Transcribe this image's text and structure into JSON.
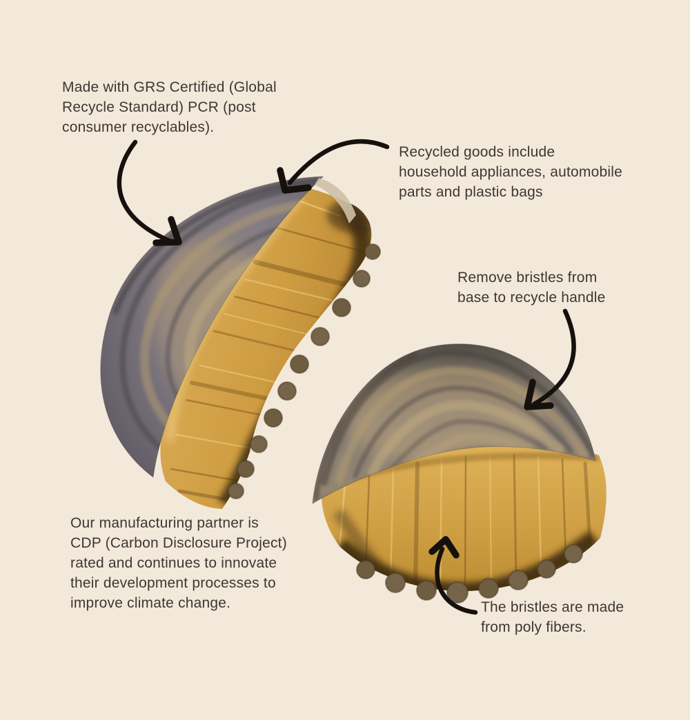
{
  "page": {
    "background_color": "#f3e9da",
    "text_color": "#3c3734"
  },
  "arrow": {
    "color": "#16110d"
  },
  "illustration_colors": {
    "handle_gray": "#82828e",
    "handle_tan": "#c0a87f",
    "handle_edge_light": "#cfc0a6",
    "bristle_gold": "#d2a148",
    "bristle_gold_light": "#dcae55",
    "bristle_tip_dark": "#3a2a12",
    "nub_brown": "#6f5d42"
  },
  "annotations": {
    "grs": {
      "lines": [
        "Made with GRS Certified (Global",
        "Recycle Standard) PCR (post",
        "consumer recyclables)."
      ]
    },
    "recycled_goods": {
      "lines": [
        "Recycled goods include",
        "household appliances, automobile",
        "parts and plastic bags"
      ]
    },
    "remove_bristles": {
      "lines": [
        "Remove bristles from",
        "base to recycle handle"
      ]
    },
    "manufacturing": {
      "lines": [
        "Our manufacturing partner is",
        "CDP (Carbon Disclosure Project)",
        "rated and continues to innovate",
        "their development processes to",
        "improve climate change."
      ]
    },
    "poly_fibers": {
      "lines": [
        "The bristles are made",
        "from poly fibers."
      ]
    }
  }
}
